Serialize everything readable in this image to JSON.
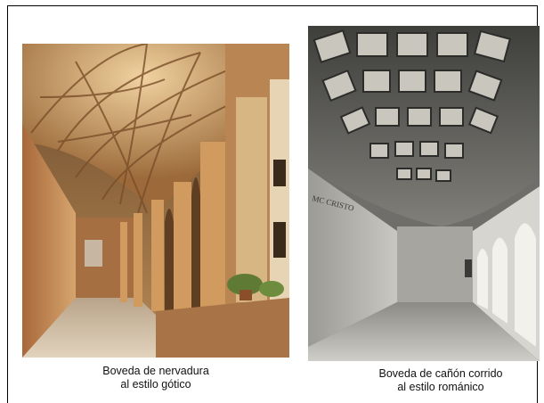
{
  "figure": {
    "left_caption": {
      "line1": "Boveda de nervadura",
      "line2": "al estilo gótico"
    },
    "right_caption": {
      "line1": "Boveda de cañón corrido",
      "line2": "al estilo románico"
    },
    "right_photo_wall_text": "MC CRISTO"
  },
  "colors": {
    "frame": "#000000",
    "gothic_stone": "#c89a62",
    "gothic_vault": "#d8b07a",
    "romanesque_gray": "#8a8a86"
  }
}
